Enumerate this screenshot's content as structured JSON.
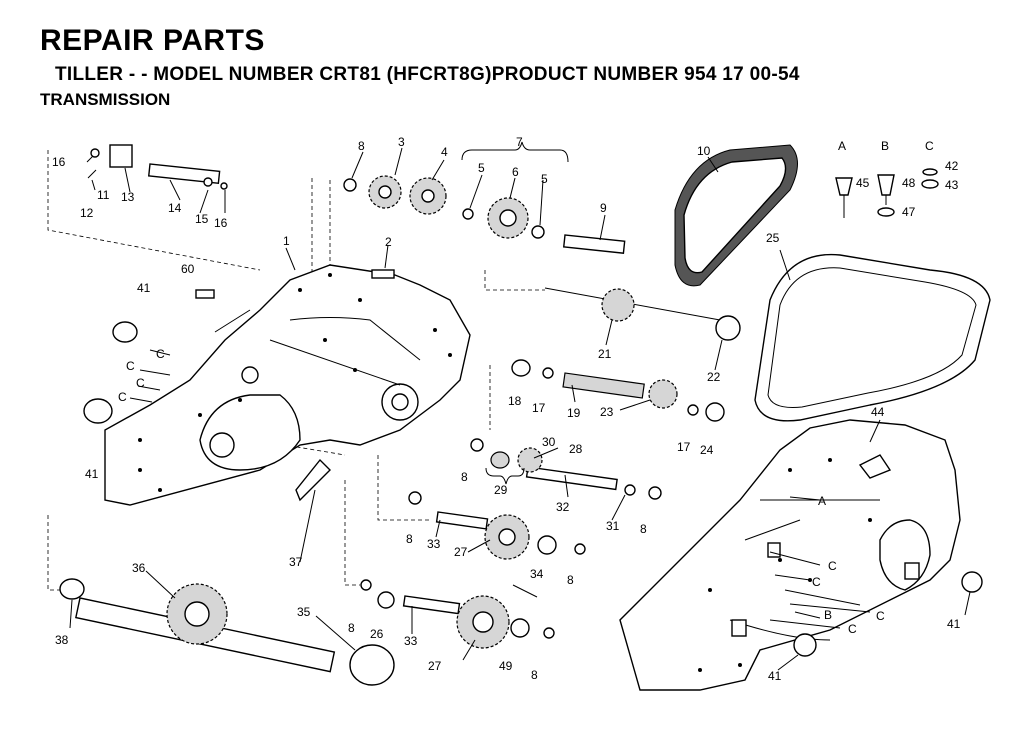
{
  "header": {
    "title": "REPAIR PARTS",
    "subtitle": "TILLER - - MODEL NUMBER CRT81 (HFCRT8G)PRODUCT NUMBER 954 17 00-54",
    "section": "TRANSMISSION"
  },
  "callouts": {
    "p1": "1",
    "p2": "2",
    "p3": "3",
    "p4": "4",
    "p5a": "5",
    "p5b": "5",
    "p6": "6",
    "p7": "7",
    "p8a": "8",
    "p8b": "8",
    "p8c": "8",
    "p8d": "8",
    "p8e": "8",
    "p8f": "8",
    "p8g": "8",
    "p9": "9",
    "p10": "10",
    "p11": "11",
    "p12": "12",
    "p13": "13",
    "p14": "14",
    "p15": "15",
    "p16a": "16",
    "p16b": "16",
    "p17a": "17",
    "p17b": "17",
    "p18": "18",
    "p19": "19",
    "p21": "21",
    "p22": "22",
    "p23": "23",
    "p24": "24",
    "p25": "25",
    "p26": "26",
    "p27a": "27",
    "p27b": "27",
    "p28": "28",
    "p29": "29",
    "p30": "30",
    "p31": "31",
    "p32": "32",
    "p33a": "33",
    "p33b": "33",
    "p34": "34",
    "p35": "35",
    "p36": "36",
    "p37": "37",
    "p38": "38",
    "p41a": "41",
    "p41b": "41",
    "p41c": "41",
    "p41d": "41",
    "p42": "42",
    "p43": "43",
    "p44": "44",
    "p45": "45",
    "p47": "47",
    "p48": "48",
    "p49": "49",
    "p60": "60"
  },
  "letters": {
    "A": "A",
    "B": "B",
    "C": "C",
    "a1": "A",
    "b1": "B",
    "c1": "C",
    "c2": "C",
    "c3": "C",
    "c4": "C",
    "c5": "C",
    "c6": "C",
    "c7": "C",
    "c8": "C"
  }
}
